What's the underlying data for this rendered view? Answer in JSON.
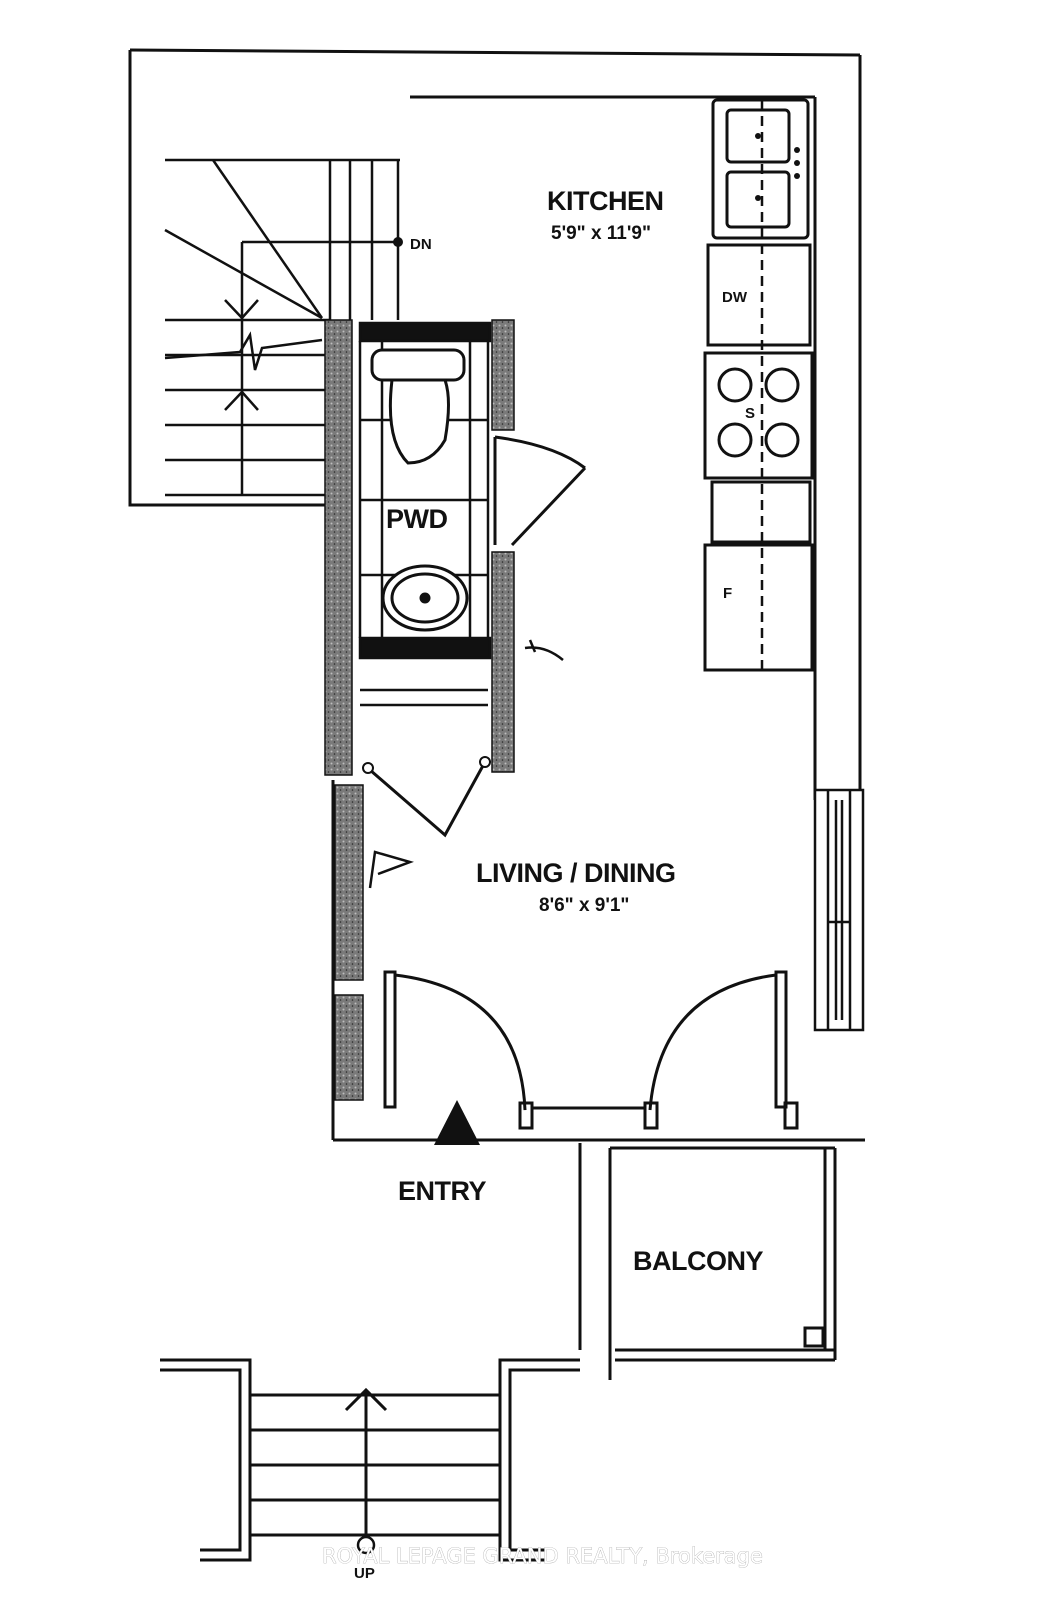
{
  "rooms": {
    "kitchen": {
      "name": "KITCHEN",
      "dimensions": "5'9\" x 11'9\""
    },
    "powder": {
      "name": "PWD"
    },
    "living": {
      "name": "LIVING / DINING",
      "dimensions": "8'6\" x 9'1\""
    },
    "entry": {
      "name": "ENTRY"
    },
    "balcony": {
      "name": "BALCONY"
    }
  },
  "appliances": {
    "dishwasher": "DW",
    "stove": "S",
    "fridge": "F"
  },
  "stairs": {
    "down_label": "DN",
    "up_label": "UP"
  },
  "watermark": "ROYAL LEPAGE GRAND REALTY, Brokerage",
  "colors": {
    "line": "#111111",
    "wall_fill": "#6e6e6e",
    "background": "#ffffff"
  }
}
